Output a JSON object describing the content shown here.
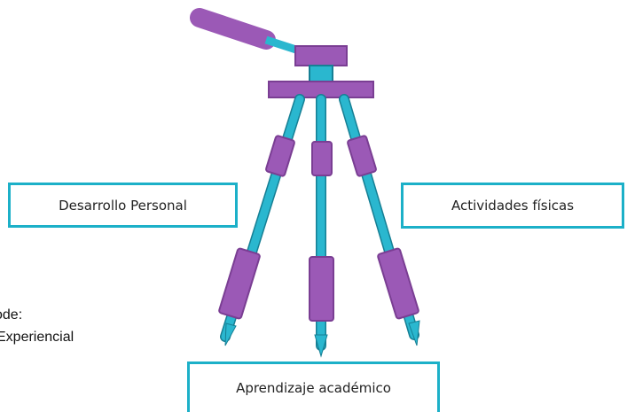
{
  "labels": {
    "left": "Desarrollo Personal",
    "right": "Actividades físicas",
    "bottom": "Aprendizaje académico"
  },
  "side_text": {
    "line1": "ode:",
    "line2": "Experiencial"
  },
  "colors": {
    "tripod_purple": "#9b59b6",
    "tripod_purple_dark": "#7a3e93",
    "leg_cyan": "#2ab7cf",
    "leg_cyan_dark": "#167f94",
    "box_border": "#1cb0c8"
  }
}
